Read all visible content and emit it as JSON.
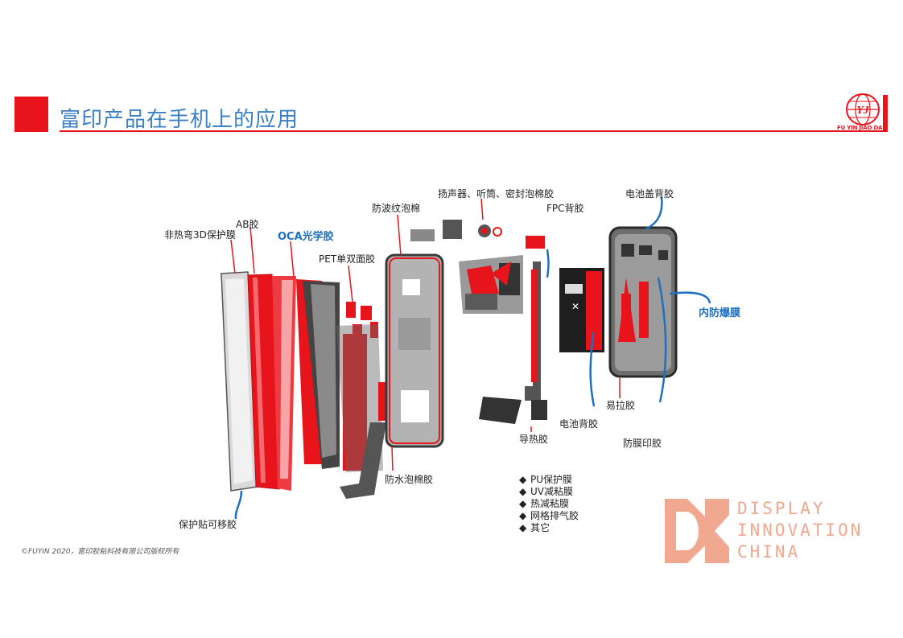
{
  "header": {
    "title": "富印产品在手机上的应用",
    "accent_color": "#e8141c",
    "title_color": "#3b7fc4"
  },
  "logo": {
    "icon": "fuyin-globe-logo",
    "text": "FU YIN JIAO DAI"
  },
  "diagram": {
    "labels": {
      "non_hot_bend": "非热弯3D保护膜",
      "ab_glue": "AB胶",
      "oca": "OCA光学胶",
      "pet_double": "PET单双面胶",
      "anti_wave_foam": "防波纹泡棉",
      "speaker_foam": "扬声器、听筒、密封泡棉胶",
      "fpc_back": "FPC背胶",
      "battery_cover_back": "电池盖背胶",
      "anti_explosion": "内防爆膜",
      "easy_pull": "易拉胶",
      "battery_back": "电池背胶",
      "thermal": "导热胶",
      "anti_film_print": "防膜印胶",
      "waterproof_foam": "防水泡棉胶",
      "removable_protect": "保护贴可移胶"
    }
  },
  "legend": {
    "items": [
      "PU保护膜",
      "UV减粘膜",
      "热减粘膜",
      "网格排气胶",
      "其它"
    ]
  },
  "footer": {
    "copyright": "©FUYIN 2020，富印胶粘科技有限公司版权所有"
  },
  "brand": {
    "lines": [
      "DISPLAY",
      "INNOVATION",
      "CHINA"
    ],
    "color": "#f0a891"
  }
}
